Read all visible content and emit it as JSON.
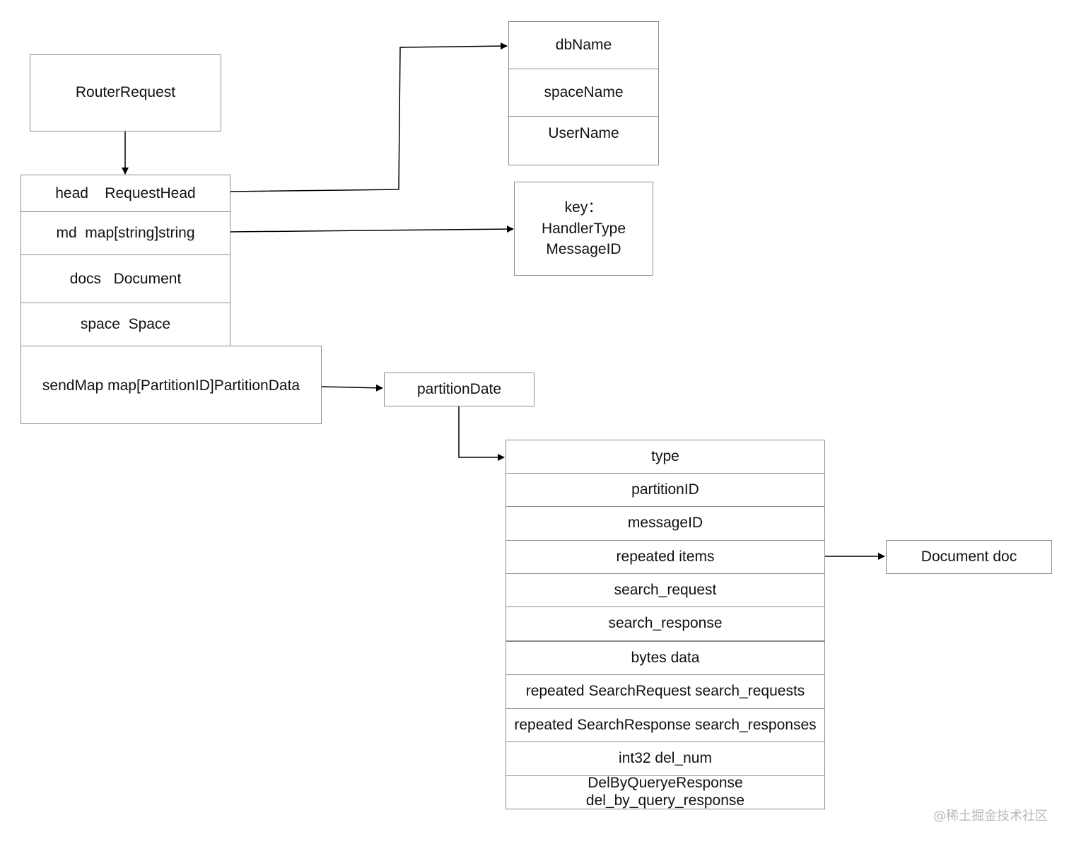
{
  "router_request": {
    "label": "RouterRequest"
  },
  "router_fields": [
    "head    RequestHead",
    "md  map[string]string",
    "docs   Document",
    "space  Space",
    "sendMap map[PartitionID]PartitionData"
  ],
  "head_fields": [
    "dbName",
    "spaceName",
    "UserName"
  ],
  "md_keys": {
    "text": "key：\nHandlerType\nMessageID"
  },
  "partition_date": {
    "label": "partitionDate"
  },
  "partition_fields": [
    "type",
    "partitionID",
    "messageID",
    "repeated items",
    "search_request",
    "search_response",
    "bytes data",
    "repeated SearchRequest search_requests",
    "repeated SearchResponse search_responses",
    "int32 del_num",
    "DelByQueryeResponse\ndel_by_query_response"
  ],
  "document_doc": {
    "label": "Document doc"
  },
  "watermark": {
    "text": "@稀土掘金技术社区"
  }
}
